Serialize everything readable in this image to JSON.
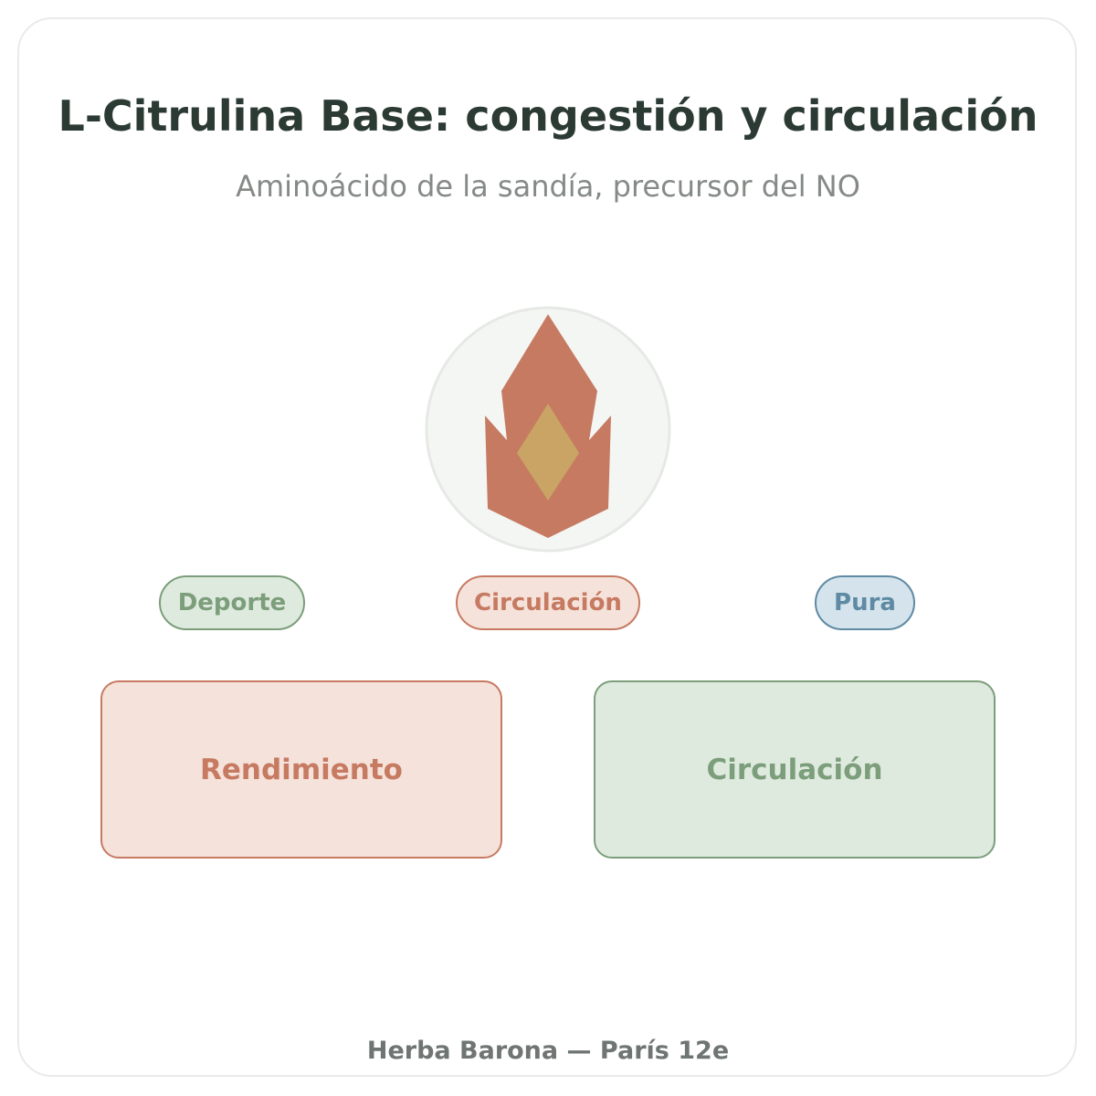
{
  "header": {
    "title": "L-Citrulina Base: congestión y circulación",
    "subtitle": "Aminoácido de la sandía, precursor del NO"
  },
  "emblem": {
    "icon": "flame-icon",
    "colors": {
      "circle_fill": "#f4f6f3",
      "circle_stroke": "#e6e9e5",
      "flame": "#c67a61",
      "core": "#c9a464"
    }
  },
  "tags": {
    "deporte": "Deporte",
    "circulacion": "Circulación",
    "pura": "Pura"
  },
  "boxes": {
    "rendimiento": "Rendimiento",
    "circulacion": "Circulación"
  },
  "footer": {
    "text": "Herba Barona — París 12e"
  },
  "colors": {
    "terracotta": "#c67a61",
    "sage": "#7c9e7b",
    "blue": "#5f8aa3",
    "title": "#2c3a34"
  }
}
